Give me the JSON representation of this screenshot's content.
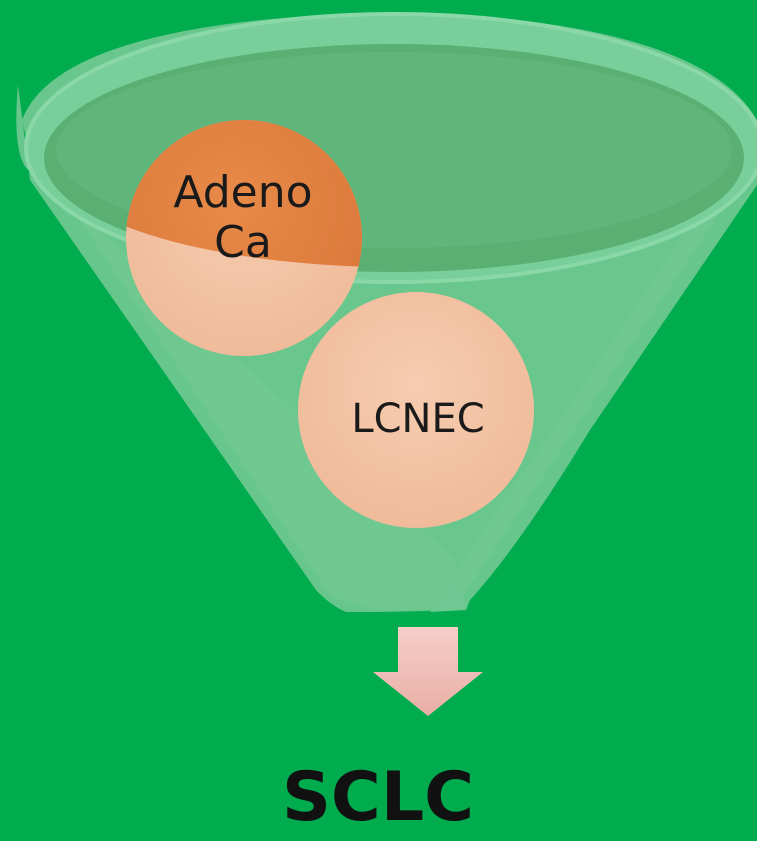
{
  "diagram": {
    "type": "funnel",
    "inputs": [
      {
        "label_lines": [
          "Adeno",
          "Ca"
        ]
      },
      {
        "label_lines": [
          "LCNEC"
        ]
      }
    ],
    "output": "SCLC"
  },
  "colors": {
    "background": "#00ac4e",
    "funnel": "#74cc95",
    "bubble_highlight": "#e2813f",
    "bubble": "#f4c6a7",
    "arrow": "#f3c3bc"
  }
}
